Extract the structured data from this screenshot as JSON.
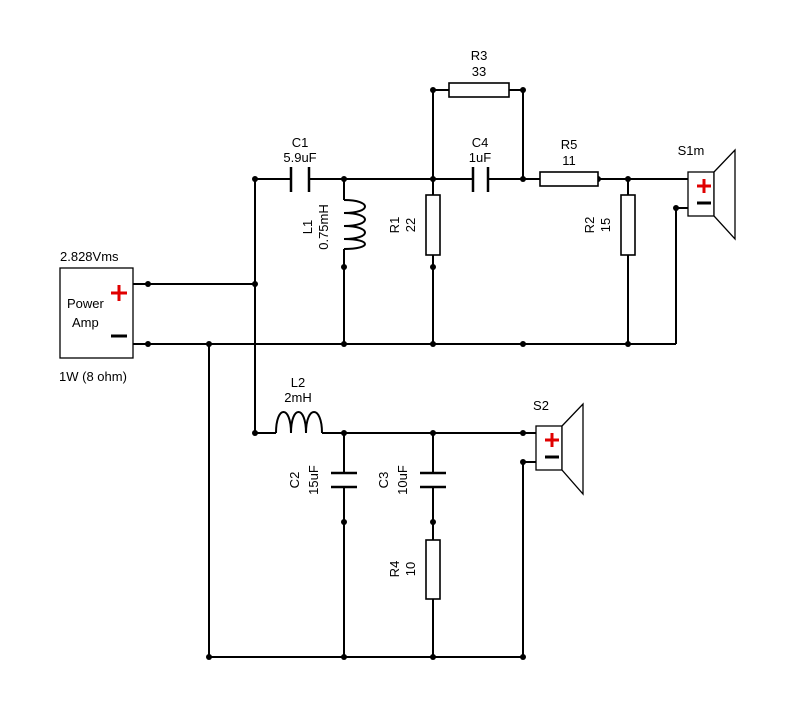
{
  "amp": {
    "voltage": "2.828Vms",
    "name_line1": "Power",
    "name_line2": "Amp",
    "power": "1W (8 ohm)"
  },
  "components": {
    "c1": {
      "ref": "C1",
      "value": "5.9uF"
    },
    "l1": {
      "ref": "L1",
      "value": "0.75mH"
    },
    "r1": {
      "ref": "R1",
      "value": "22"
    },
    "c4": {
      "ref": "C4",
      "value": "1uF"
    },
    "r3": {
      "ref": "R3",
      "value": "33"
    },
    "r5": {
      "ref": "R5",
      "value": "11"
    },
    "r2": {
      "ref": "R2",
      "value": "15"
    },
    "l2": {
      "ref": "L2",
      "value": "2mH"
    },
    "c2": {
      "ref": "C2",
      "value": "15uF"
    },
    "c3": {
      "ref": "C3",
      "value": "10uF"
    },
    "r4": {
      "ref": "R4",
      "value": "10"
    }
  },
  "speakers": {
    "s1": {
      "label": "S1m"
    },
    "s2": {
      "label": "S2"
    }
  },
  "colors": {
    "wire": "#000000",
    "plus": "#e00000"
  }
}
